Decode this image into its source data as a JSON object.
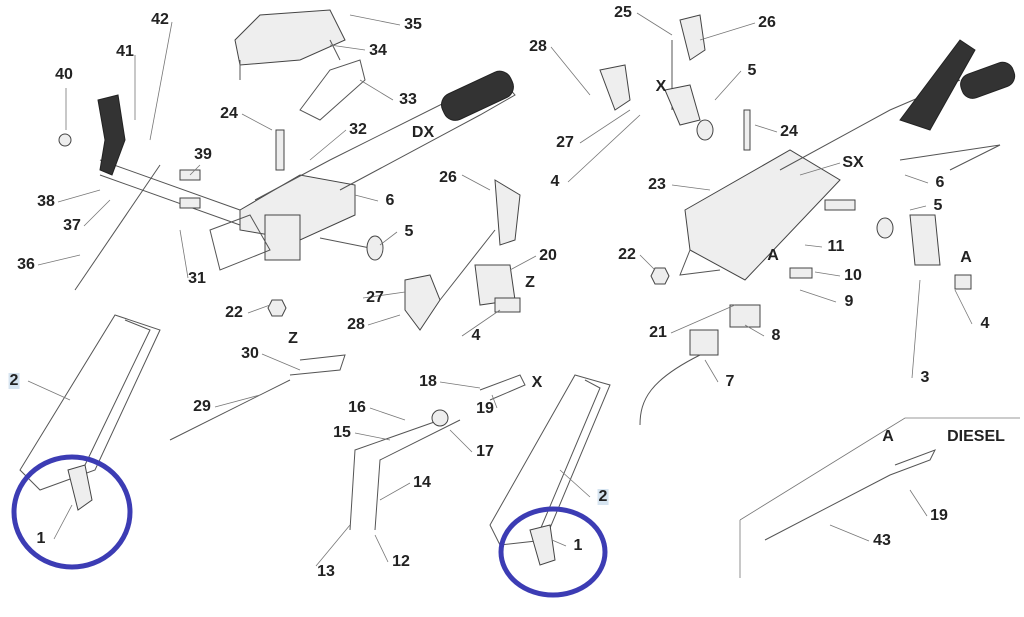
{
  "title_labels": {
    "dx": "DX",
    "sx": "SX",
    "diesel": "DIESEL"
  },
  "callouts": [
    "42",
    "41",
    "40",
    "39",
    "38",
    "37",
    "36",
    "31",
    "35",
    "34",
    "33",
    "24",
    "32",
    "6",
    "26",
    "5",
    "20",
    "Z",
    "27",
    "28",
    "4",
    "22",
    "2",
    "30",
    "Z",
    "29",
    "1",
    "18",
    "X",
    "19",
    "16",
    "15",
    "17",
    "14",
    "2",
    "1",
    "13",
    "12",
    "25",
    "26",
    "28",
    "X",
    "5",
    "24",
    "27",
    "4",
    "23",
    "6",
    "5",
    "22",
    "A",
    "11",
    "10",
    "A",
    "9",
    "21",
    "8",
    "4",
    "3",
    "7",
    "A",
    "19",
    "43"
  ],
  "highlight_color": "#3c3cb4"
}
